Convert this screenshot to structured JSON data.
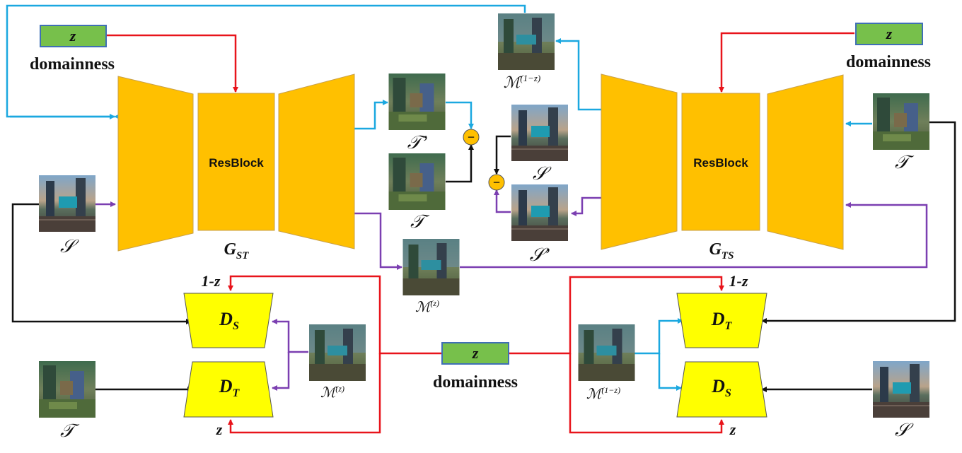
{
  "colors": {
    "generator": "#FFC000",
    "discriminator": "#FFFF00",
    "z_box": "#77C04B",
    "z_box_border": "#3F6FB5",
    "red": "#E8141B",
    "blue": "#1BA8E0",
    "purple": "#7B3FB1",
    "black": "#111111"
  },
  "generator_st": {
    "resblock": "ResBlock",
    "name": "G",
    "subscript": "ST"
  },
  "generator_ts": {
    "resblock": "ResBlock",
    "name": "G",
    "subscript": "TS"
  },
  "domainness_left": {
    "z": "z",
    "label": "domainness"
  },
  "domainness_right": {
    "z": "z",
    "label": "domainness"
  },
  "domainness_center": {
    "z": "z",
    "label": "domainness"
  },
  "images": {
    "s_left": "𝒮",
    "t_prime": "𝒯’",
    "t_mid": "𝒯",
    "m_1z_top": "ℳ",
    "m_1z_top_sup": "(1−z)",
    "s_mid": "𝒮",
    "s_prime": "𝒮’",
    "t_right": "𝒯",
    "m_z_mid": "ℳ",
    "m_z_mid_sup": "(z)",
    "m_z_low": "ℳ",
    "m_z_low_sup": "(z)",
    "t_bottom_left": "𝒯",
    "m_1z_low": "ℳ",
    "m_1z_low_sup": "(1−z)",
    "s_bottom_right": "𝒮"
  },
  "minus": "−",
  "disc_left_top": {
    "name": "D",
    "subscript": "S",
    "target": "1-z"
  },
  "disc_left_bottom": {
    "name": "D",
    "subscript": "T",
    "target": "z"
  },
  "disc_right_top": {
    "name": "D",
    "subscript": "T",
    "target": "1-z"
  },
  "disc_right_bottom": {
    "name": "D",
    "subscript": "S",
    "target": "z"
  }
}
